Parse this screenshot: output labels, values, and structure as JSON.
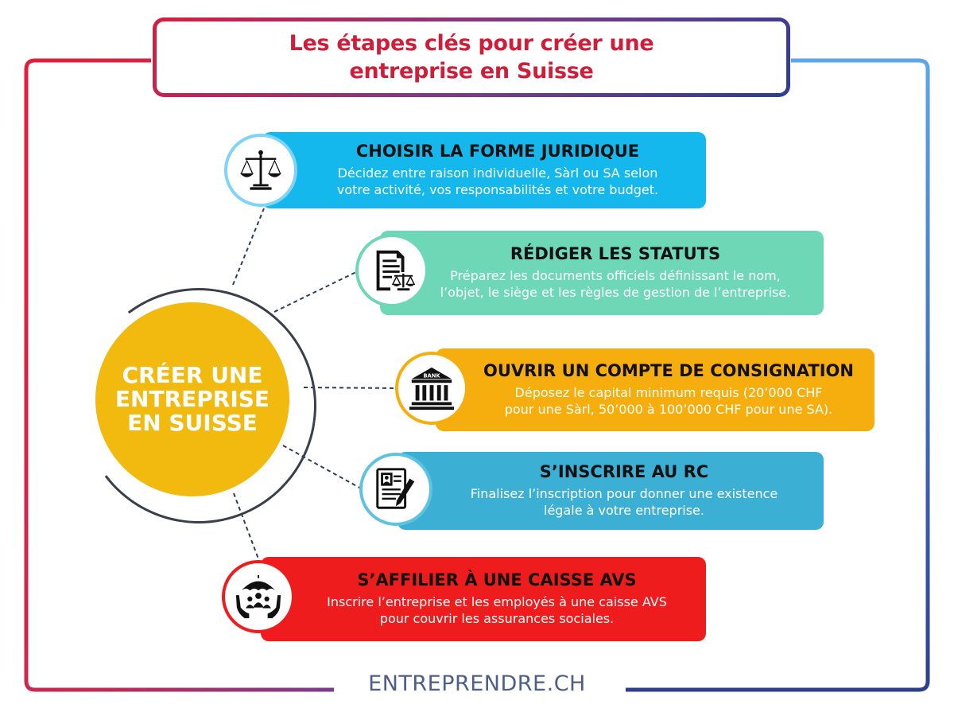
{
  "title": {
    "lines": [
      "Les étapes clés pour créer une",
      "entreprise en Suisse"
    ]
  },
  "center": {
    "lines": [
      "CRÉER UNE",
      "ENTREPRISE",
      "EN SUISSE"
    ]
  },
  "steps": [
    {
      "title": "CHOISIR LA FORME JURIDIQUE",
      "desc": [
        "Décidez entre raison individuelle, Sàrl ou SA selon",
        "votre activité, vos responsabilités et votre budget."
      ],
      "icon": "scales-of-justice-icon"
    },
    {
      "title": "RÉDIGER LES STATUTS",
      "desc": [
        "Préparez les documents officiels définissant le nom,",
        "l’objet, le siège et les règles de gestion de l’entreprise."
      ],
      "icon": "legal-document-icon"
    },
    {
      "title": "OUVRIR UN COMPTE DE CONSIGNATION",
      "desc": [
        "Déposez le capital minimum requis (20’000 CHF",
        "pour une Sàrl, 50’000 à 100’000 CHF pour une SA)."
      ],
      "icon": "bank-building-icon",
      "icon_text": "BANK"
    },
    {
      "title": "S’INSCRIRE AU RC",
      "desc": [
        "Finalisez l’inscription pour donner une existence",
        "légale à votre entreprise."
      ],
      "icon": "registration-form-icon"
    },
    {
      "title": "S’AFFILIER À UNE CAISSE AVS",
      "desc": [
        "Inscrire l’entreprise et les employés à une caisse AVS",
        "pour couvrir les assurances sociales."
      ],
      "icon": "social-insurance-umbrella-icon"
    }
  ],
  "footer": {
    "brand": "ENTREPRENDRE.CH"
  },
  "colors": {
    "title_red": "#cf1e3a",
    "center_yellow": "#f2b90f",
    "step1": "#14b8ec",
    "step2": "#6ed7b5",
    "step3": "#f6ad0e",
    "step4": "#3bb0d4",
    "step5": "#ee1c1c",
    "footer_text": "#4d5f87"
  }
}
